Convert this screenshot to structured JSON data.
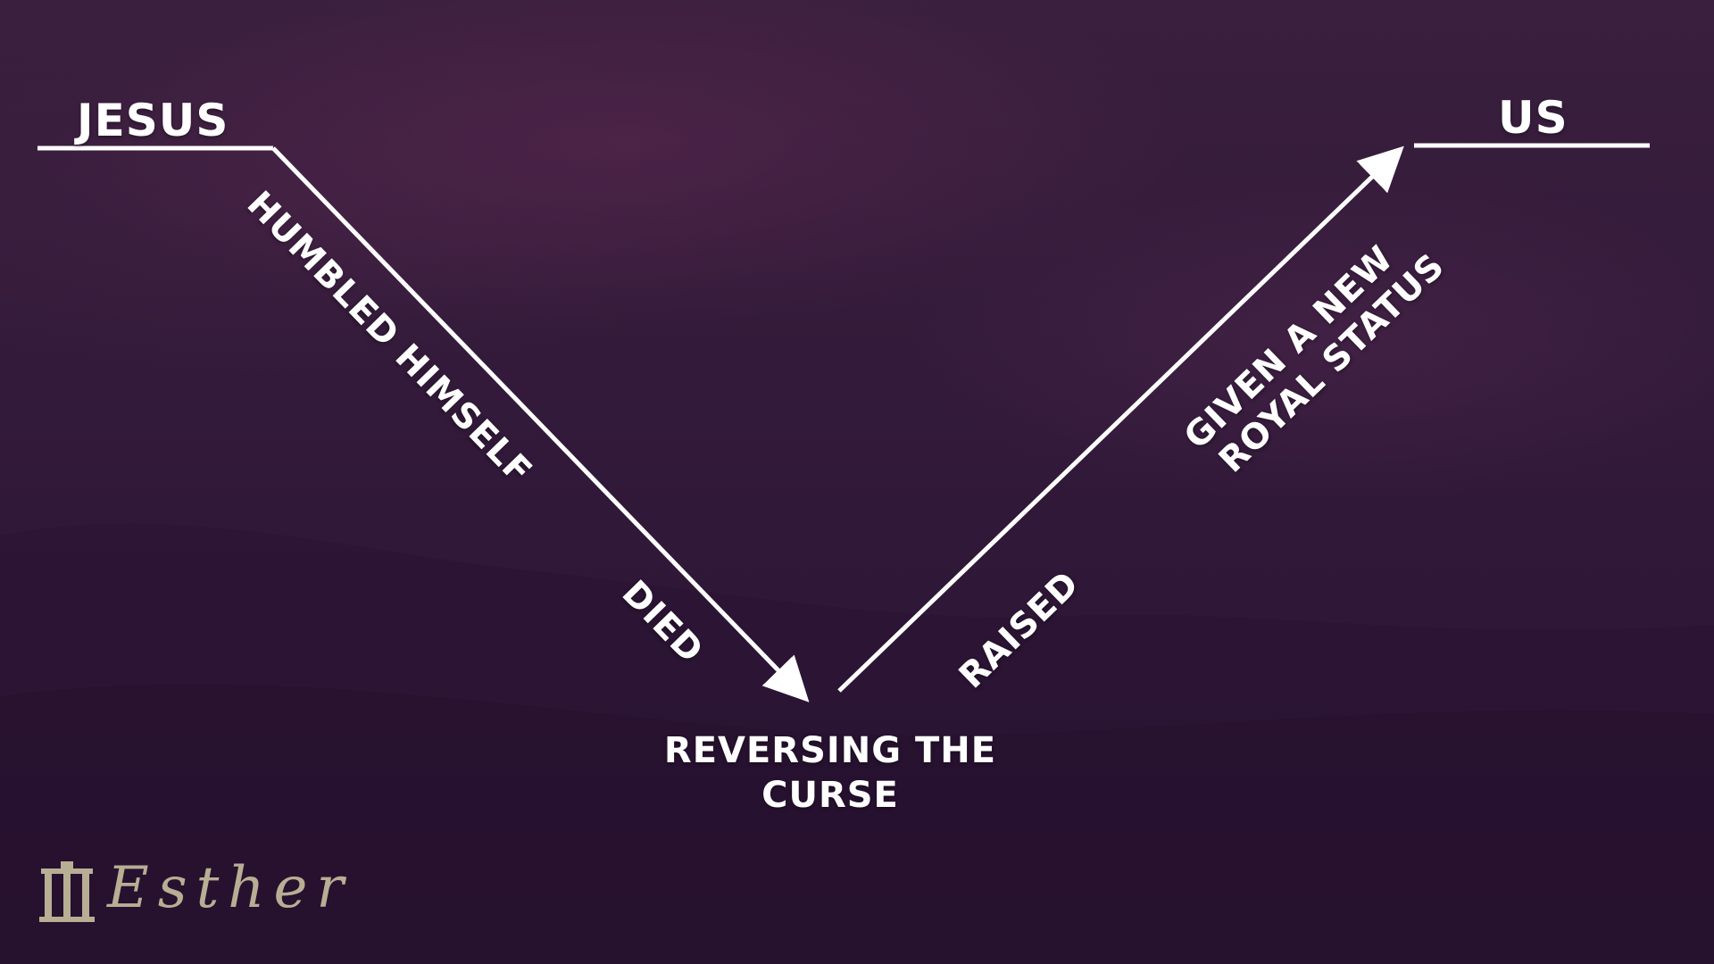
{
  "labels": {
    "jesus": "JESUS",
    "us": "US",
    "humbled": "HUMBLED HIMSELF",
    "died": "DIED",
    "raised": "RAISED",
    "given_line1": "GIVEN A NEW",
    "given_line2": "ROYAL STATUS",
    "center_line1": "REVERSING THE",
    "center_line2": "CURSE"
  },
  "logo": {
    "icon": "columns-icon",
    "text": "Esther"
  },
  "colors": {
    "line": "#ffffff",
    "logo": "#b8ae94"
  }
}
